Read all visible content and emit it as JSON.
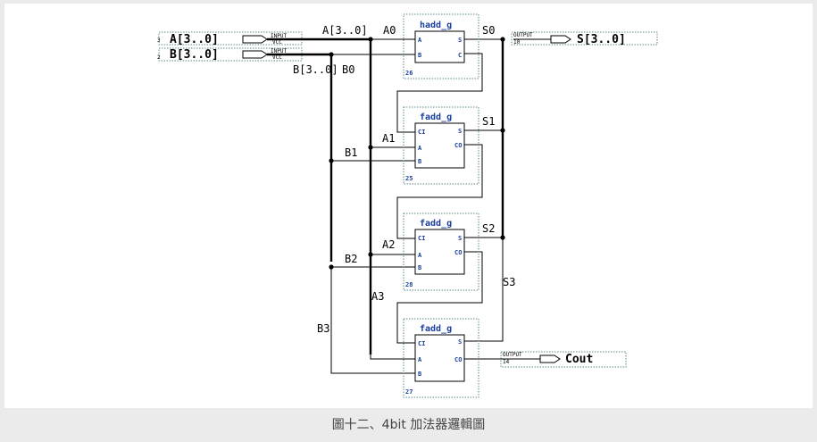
{
  "caption": "圖十二、4bit 加法器邏輯圖",
  "pins": {
    "a_num": "3",
    "a_name": "A[3..0]",
    "a_kind": "INPUT",
    "a_vcc": "VCC",
    "b_num": "2",
    "b_name": "B[3..0]",
    "b_kind": "INPUT",
    "b_vcc": "VCC",
    "s_kind": "OUTPUT",
    "s_num": "10",
    "s_name": "S[3..0]",
    "cout_kind": "OUTPUT",
    "cout_num": "14",
    "cout_name": "Cout"
  },
  "nets": {
    "a_bus": "A[3..0]",
    "b_bus": "B[3..0]",
    "a0": "A0",
    "a1": "A1",
    "a2": "A2",
    "a3": "A3",
    "b0": "B0",
    "b1": "B1",
    "b2": "B2",
    "b3": "B3",
    "s0": "S0",
    "s1": "S1",
    "s2": "S2",
    "s3": "S3"
  },
  "blocks": {
    "hadd": {
      "title": "hadd_g",
      "in1": "A",
      "in2": "B",
      "out1": "S",
      "out2": "C",
      "inst": "26"
    },
    "fadd1": {
      "title": "fadd_g",
      "in0": "CI",
      "in1": "A",
      "in2": "B",
      "out1": "S",
      "out2": "CO",
      "inst": "25"
    },
    "fadd2": {
      "title": "fadd_g",
      "in0": "CI",
      "in1": "A",
      "in2": "B",
      "out1": "S",
      "out2": "CO",
      "inst": "28"
    },
    "fadd3": {
      "title": "fadd_g",
      "in0": "CI",
      "in1": "A",
      "in2": "B",
      "out1": "S",
      "out2": "CO",
      "inst": "27"
    }
  }
}
